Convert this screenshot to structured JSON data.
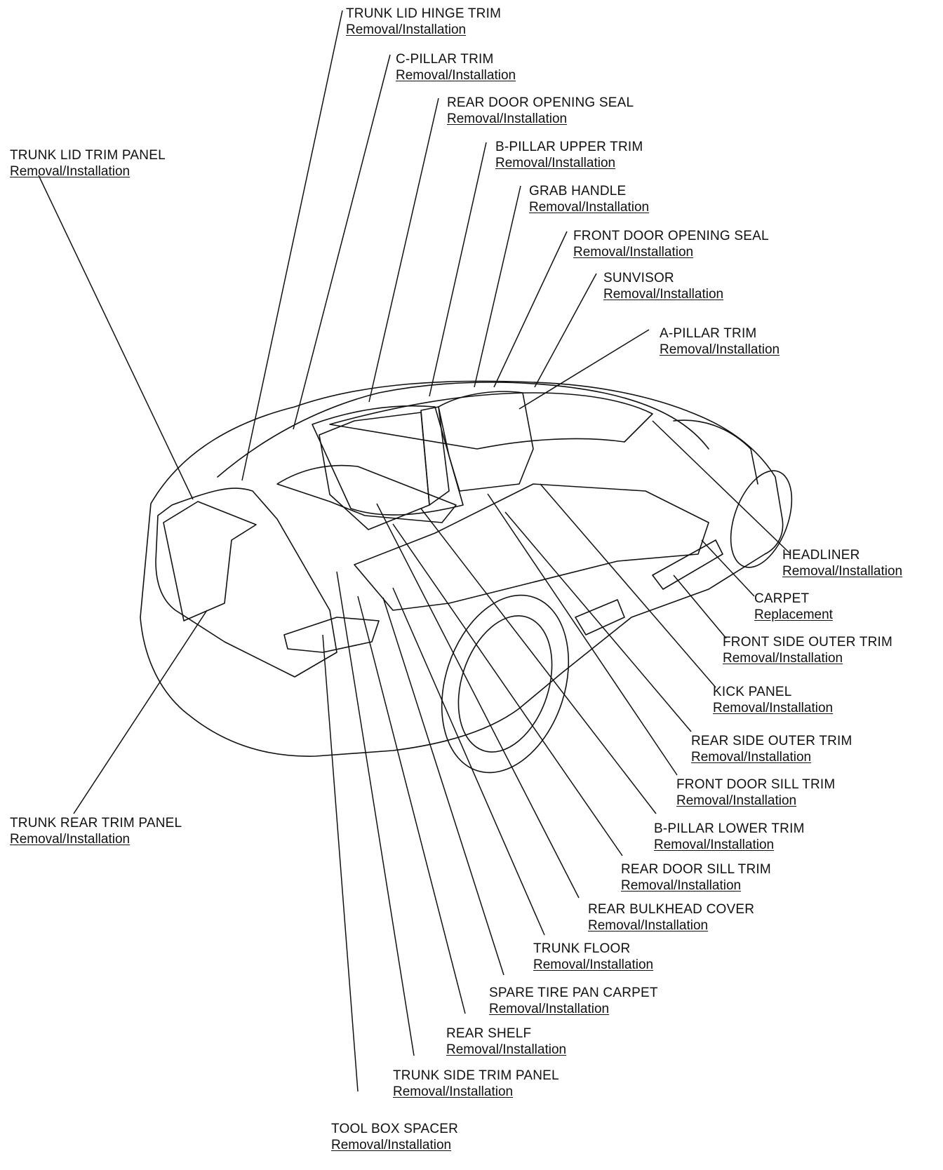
{
  "callouts": [
    {
      "id": "trunk-lid-hinge-trim",
      "name": "TRUNK LID HINGE TRIM",
      "action": "Removal/Installation"
    },
    {
      "id": "c-pillar-trim",
      "name": "C-PILLAR TRIM",
      "action": "Removal/Installation"
    },
    {
      "id": "rear-door-opening-seal",
      "name": "REAR DOOR OPENING SEAL",
      "action": "Removal/Installation"
    },
    {
      "id": "b-pillar-upper-trim",
      "name": "B-PILLAR UPPER TRIM",
      "action": "Removal/Installation"
    },
    {
      "id": "grab-handle",
      "name": "GRAB HANDLE",
      "action": "Removal/Installation"
    },
    {
      "id": "front-door-opening-seal",
      "name": "FRONT DOOR OPENING SEAL",
      "action": "Removal/Installation"
    },
    {
      "id": "sunvisor",
      "name": "SUNVISOR",
      "action": "Removal/Installation"
    },
    {
      "id": "a-pillar-trim",
      "name": "A-PILLAR TRIM",
      "action": "Removal/Installation"
    },
    {
      "id": "trunk-lid-trim-panel",
      "name": "TRUNK LID TRIM PANEL",
      "action": "Removal/Installation"
    },
    {
      "id": "headliner",
      "name": "HEADLINER",
      "action": "Removal/Installation"
    },
    {
      "id": "carpet",
      "name": "CARPET",
      "action": "Replacement"
    },
    {
      "id": "front-side-outer-trim",
      "name": "FRONT SIDE OUTER TRIM",
      "action": "Removal/Installation"
    },
    {
      "id": "kick-panel",
      "name": "KICK PANEL",
      "action": "Removal/Installation"
    },
    {
      "id": "rear-side-outer-trim",
      "name": "REAR SIDE OUTER TRIM",
      "action": "Removal/Installation"
    },
    {
      "id": "front-door-sill-trim",
      "name": "FRONT DOOR SILL TRIM",
      "action": "Removal/Installation"
    },
    {
      "id": "b-pillar-lower-trim",
      "name": "B-PILLAR LOWER TRIM",
      "action": "Removal/Installation"
    },
    {
      "id": "rear-door-sill-trim",
      "name": "REAR DOOR SILL TRIM",
      "action": "Removal/Installation"
    },
    {
      "id": "rear-bulkhead-cover",
      "name": "REAR BULKHEAD COVER",
      "action": "Removal/Installation"
    },
    {
      "id": "trunk-floor",
      "name": "TRUNK FLOOR",
      "action": "Removal/Installation"
    },
    {
      "id": "spare-tire-pan-carpet",
      "name": "SPARE TIRE PAN CARPET",
      "action": "Removal/Installation"
    },
    {
      "id": "rear-shelf",
      "name": "REAR SHELF",
      "action": "Removal/Installation"
    },
    {
      "id": "trunk-side-trim-panel",
      "name": "TRUNK SIDE TRIM PANEL",
      "action": "Removal/Installation"
    },
    {
      "id": "trunk-rear-trim-panel",
      "name": "TRUNK REAR TRIM PANEL",
      "action": "Removal/Installation"
    },
    {
      "id": "tool-box-spacer",
      "name": "TOOL BOX SPACER",
      "action": "Removal/Installation"
    }
  ]
}
